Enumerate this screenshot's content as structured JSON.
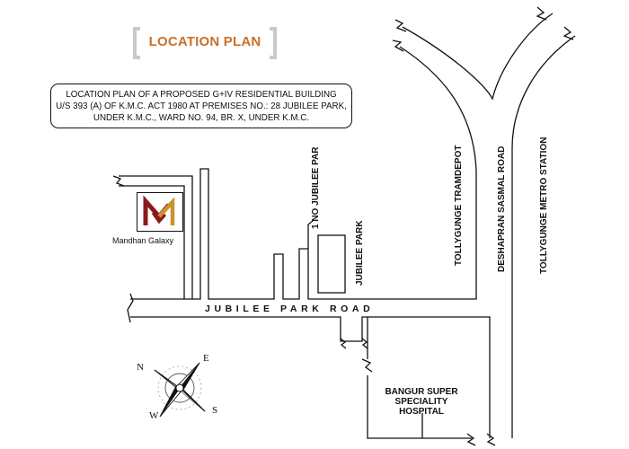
{
  "title": "LOCATION PLAN",
  "description": [
    "LOCATION PLAN OF A PROPOSED G+IV RESIDENTIAL BUILDING",
    "U/S 393 (A) OF K.M.C. ACT 1980 AT PREMISES NO.: 28 JUBILEE PARK,",
    "UNDER K.M.C., WARD NO. 94, BR. X, UNDER K.M.C."
  ],
  "landmarks": {
    "site_name": "Mandhan Galaxy",
    "hospital": [
      "BANGUR SUPER",
      "SPECIALITY",
      "HOSPITAL"
    ]
  },
  "roads": {
    "jubilee_park_road": "JUBILEE PARK ROAD",
    "no1_jubilee_park": "1 NO JUBILEE PAR",
    "jubilee_park": "JUBILEE PARK",
    "tollygunge_tramdepot": "TOLLYGUNGE TRAMDEPOT",
    "deshapran_sasmal_road": "DESHAPRAN SASMAL ROAD",
    "tollygunge_metro_station": "TOLLYGUNGE METRO STATION"
  },
  "compass": {
    "n": "N",
    "e": "E",
    "s": "S",
    "w": "W"
  },
  "colors": {
    "accent": "#c8702a",
    "logo_red": "#8b1a1a",
    "logo_gold": "#c9932f",
    "line": "#111111",
    "bracket": "#c9c9c9"
  }
}
